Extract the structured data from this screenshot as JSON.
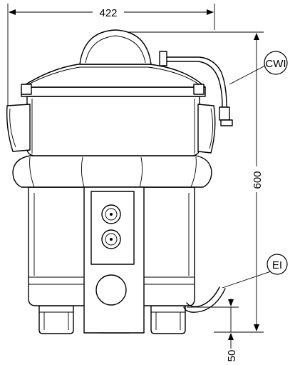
{
  "dimensions": {
    "width_label": "422",
    "height_label": "600",
    "offset_label": "50"
  },
  "callouts": {
    "cold_water_inlet": "CWI",
    "electrical_inlet": "EI"
  }
}
